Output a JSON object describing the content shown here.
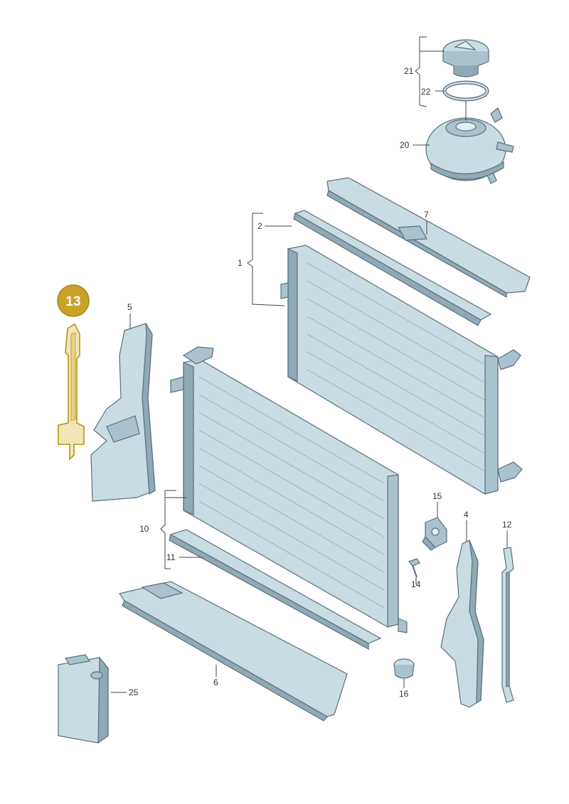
{
  "diagram": {
    "highlight_label": "13",
    "part_labels": {
      "p1": "1",
      "p2": "2",
      "p4": "4",
      "p5": "5",
      "p6": "6",
      "p7": "7",
      "p10": "10",
      "p11": "11",
      "p12": "12",
      "p14": "14",
      "p15": "15",
      "p16": "16",
      "p20": "20",
      "p21": "21",
      "p22": "22",
      "p25": "25"
    },
    "colors": {
      "part_fill": "#c9dbe3",
      "part_shade": "#8fa9b5",
      "outline": "#5b6f7a",
      "highlight_badge": "#c9a227",
      "highlight_part": "#f2e6b8"
    }
  }
}
